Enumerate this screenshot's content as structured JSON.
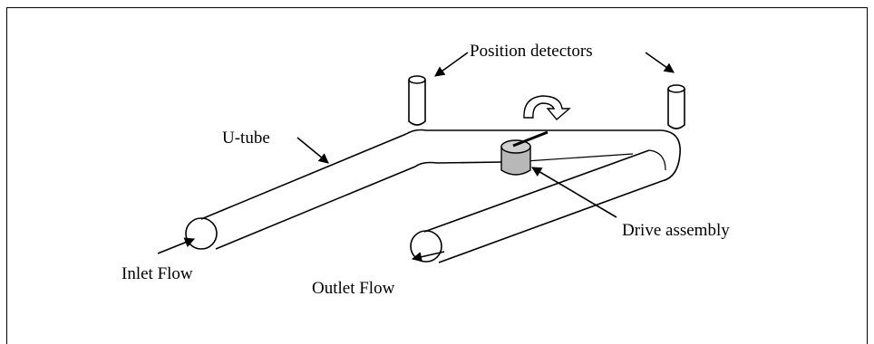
{
  "diagram": {
    "labels": {
      "position_detectors": "Position detectors",
      "u_tube": "U-tube",
      "drive_assembly": "Drive assembly",
      "inlet_flow": "Inlet Flow",
      "outlet_flow": "Outlet Flow"
    }
  }
}
